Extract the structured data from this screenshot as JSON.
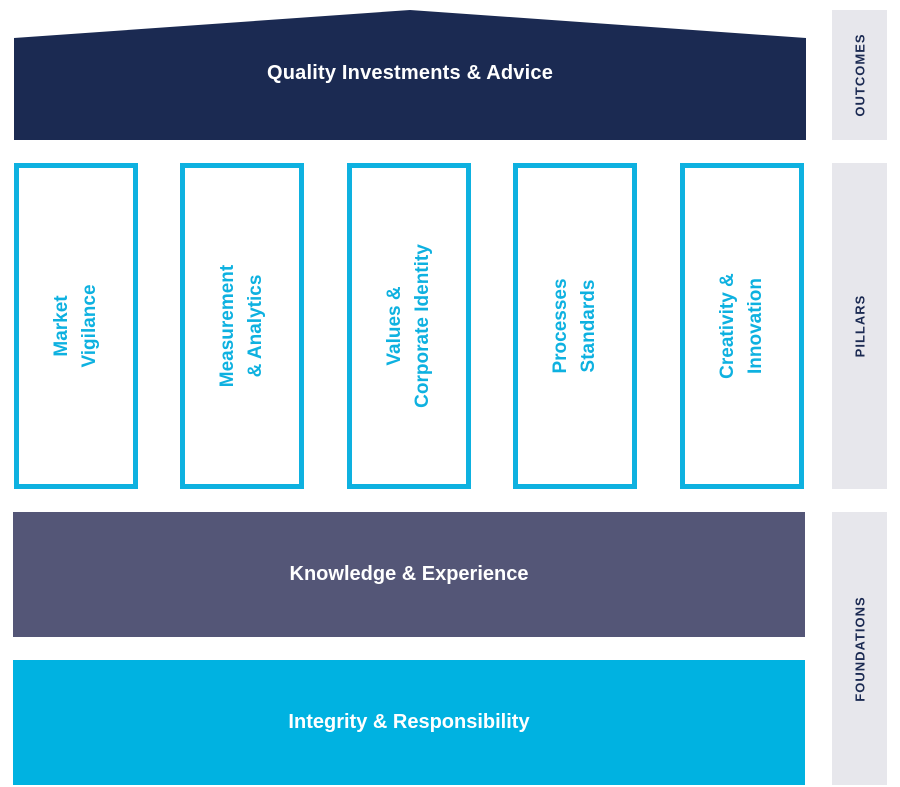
{
  "colors": {
    "roof": "#1b2a52",
    "pillar_accent": "#0eb1e0",
    "knowledge_bg": "#545677",
    "integrity_bg": "#00b2e1",
    "side_bg": "#e7e7ec",
    "side_text": "#1b2a52"
  },
  "outcome": {
    "label": "Quality Investments & Advice"
  },
  "pillars": [
    {
      "line1": "Market",
      "line2": "Vigilance"
    },
    {
      "line1": "Measurement",
      "line2": "& Analytics"
    },
    {
      "line1": "Values &",
      "line2": "Corporate Identity"
    },
    {
      "line1": "Processes",
      "line2": "Standards"
    },
    {
      "line1": "Creativity &",
      "line2": "Innovation"
    }
  ],
  "foundations": [
    {
      "label": "Knowledge & Experience"
    },
    {
      "label": "Integrity & Responsibility"
    }
  ],
  "side_labels": {
    "outcomes": "OUTCOMES",
    "pillars": "PILLARS",
    "foundations": "FOUNDATIONS"
  }
}
